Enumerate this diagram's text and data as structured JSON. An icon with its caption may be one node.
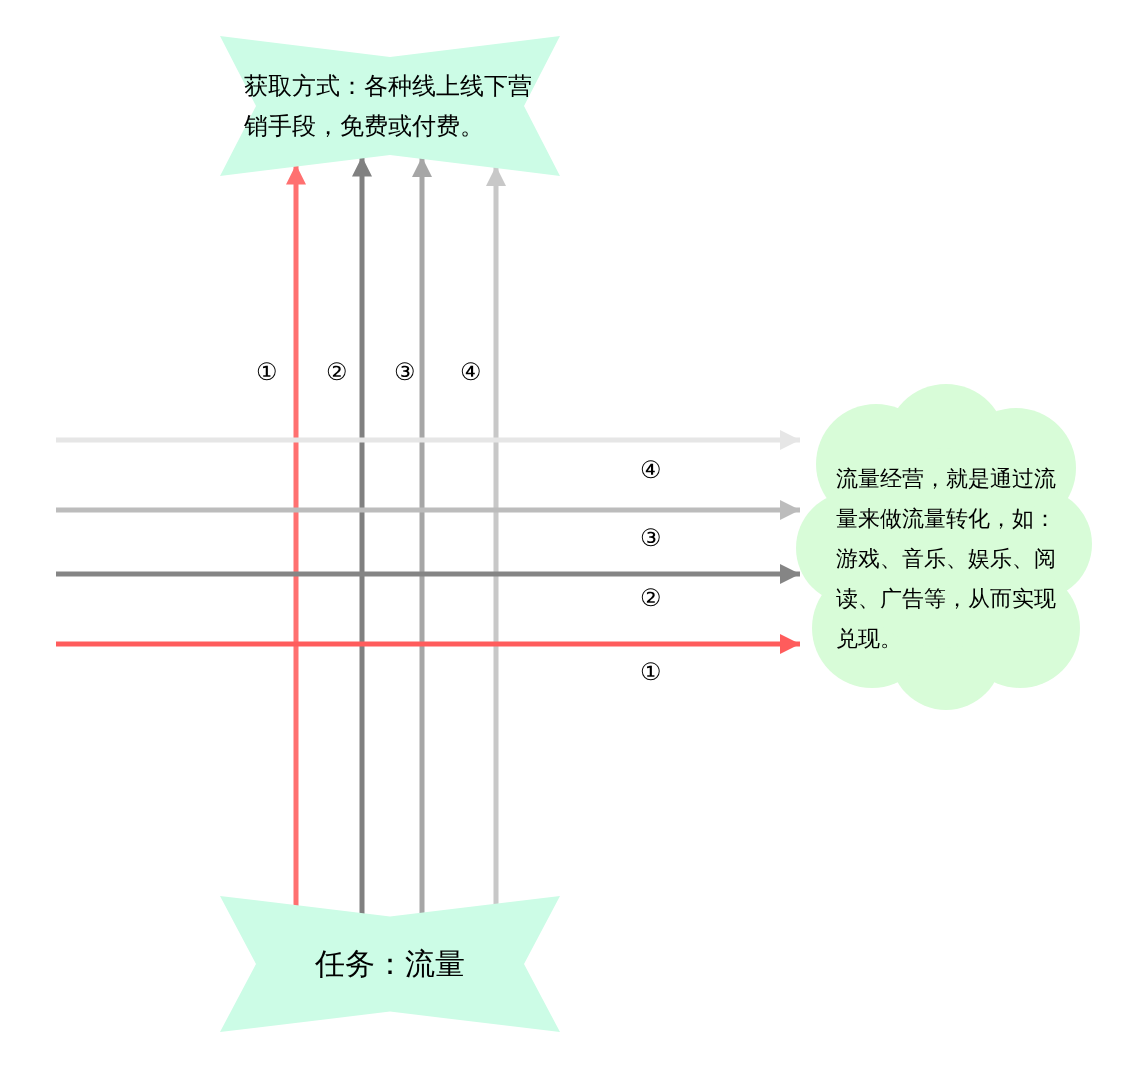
{
  "diagram": {
    "nodes": [
      {
        "text": [
          "获取方式：各种线上线下营销手段，免费或付费。"
        ]
      },
      {
        "text": [
          "流量经营，就是通过流量来做流量转化，如：游戏、音乐、娱乐、阅读、广告等，从而实现兑现。"
        ]
      },
      {
        "text": [
          "任务：流量"
        ]
      }
    ],
    "edges": [
      {
        "from": 2,
        "to": 0,
        "arrow": "to",
        "label": "①",
        "color": "#ff7070"
      },
      {
        "from": 2,
        "to": 0,
        "arrow": "to",
        "label": "②",
        "color": "#808080"
      },
      {
        "from": 2,
        "to": 0,
        "arrow": "to",
        "label": "③",
        "color": "#a6a6a6"
      },
      {
        "from": 2,
        "to": 0,
        "arrow": "to",
        "label": "④",
        "color": "#c8c8c8"
      },
      {
        "from": null,
        "to": 1,
        "arrow": "to",
        "label": "④",
        "color": "#e6e6e6"
      },
      {
        "from": null,
        "to": 1,
        "arrow": "to",
        "label": "③",
        "color": "#bcbcbc"
      },
      {
        "from": null,
        "to": 1,
        "arrow": "to",
        "label": "②",
        "color": "#858585"
      },
      {
        "from": null,
        "to": 1,
        "arrow": "to",
        "label": "①",
        "color": "#ff5c5c"
      }
    ]
  }
}
